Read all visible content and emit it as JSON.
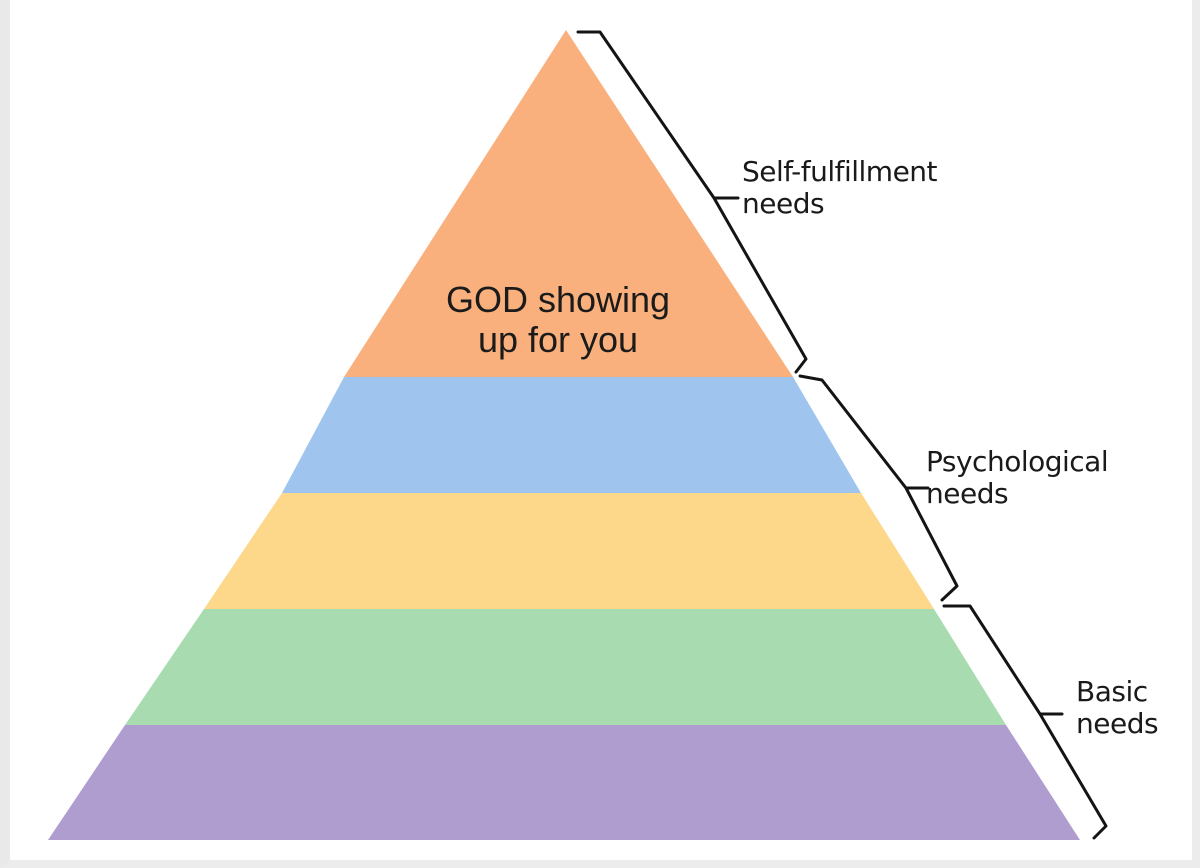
{
  "pyramid": {
    "tiers": [
      {
        "id": "top",
        "color": "#f9b07d",
        "text_lines": [
          "GOD showing",
          "up for you"
        ]
      },
      {
        "id": "blue",
        "color": "#9fc5ef"
      },
      {
        "id": "yellow",
        "color": "#fdd88a"
      },
      {
        "id": "green",
        "color": "#a8dbb0"
      },
      {
        "id": "purple",
        "color": "#b09dd0"
      }
    ]
  },
  "brackets": {
    "self_fulfillment": {
      "line1": "Self-fulfillment",
      "line2": "needs"
    },
    "psychological": {
      "line1": "Psychological",
      "line2": "needs"
    },
    "basic": {
      "line1": "Basic",
      "line2": "needs"
    }
  }
}
